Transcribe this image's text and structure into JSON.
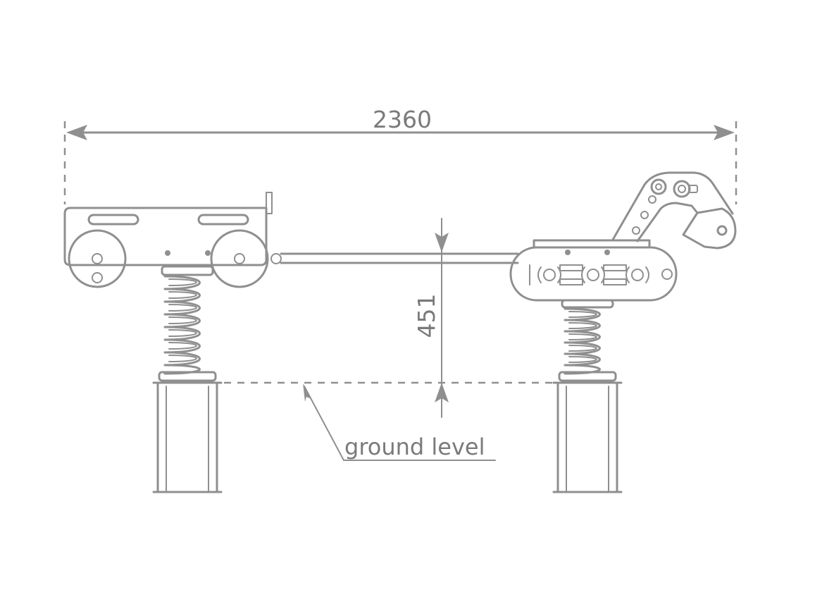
{
  "dimensions": {
    "overall_width": "2360",
    "seat_height": "451"
  },
  "labels": {
    "ground_level": "ground level"
  },
  "colors": {
    "line": "#8f8f8f",
    "text": "#7a7a7a",
    "background": "#ffffff"
  }
}
